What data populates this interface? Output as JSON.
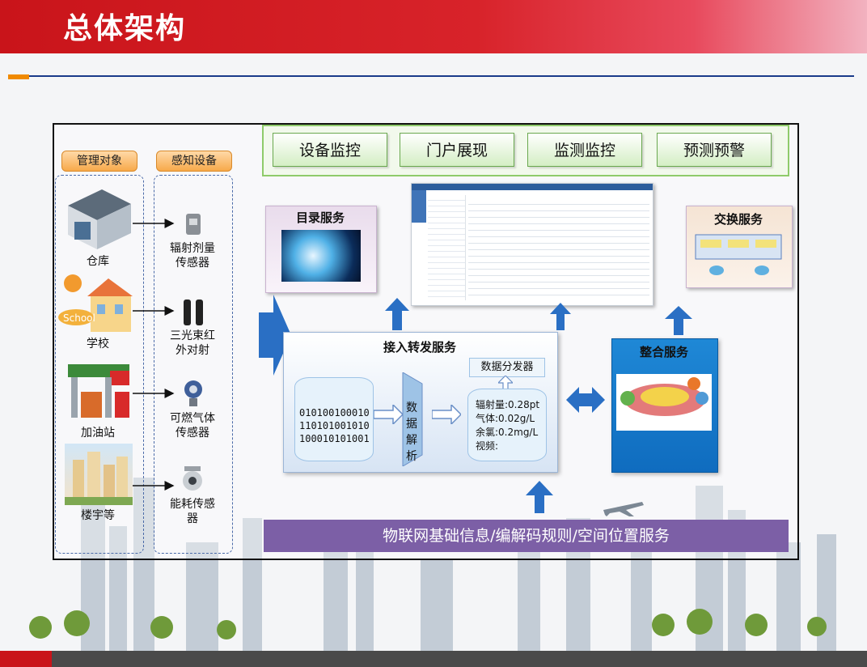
{
  "header": {
    "title": "总体架构"
  },
  "columns": {
    "managed": "管理对象",
    "sensing": "感知设备"
  },
  "objects": [
    "仓库",
    "学校",
    "加油站",
    "楼宇等"
  ],
  "devices": [
    "辐射剂量\n传感器",
    "三光束红\n外对射",
    "可燃气体\n传感器",
    "能耗传感\n器"
  ],
  "top_buttons": [
    "设备监控",
    "门户展现",
    "监测监控",
    "预测预警"
  ],
  "services": {
    "catalog": "目录服务",
    "exchange": "交换服务",
    "access": "接入转发服务",
    "integration": "整合服务"
  },
  "access": {
    "binary_lines": [
      "010100100010",
      "110101001010",
      "100010101001"
    ],
    "parse_label": "数\n据\n解\n析",
    "distributor": "数据分发器",
    "readings": [
      "辐射量:0.28pt",
      "气体:0.02g/L",
      "余氯:0.2mg/L",
      "视频:"
    ]
  },
  "bottom_bar": "物联网基础信息/编解码规则/空间位置服务",
  "colors": {
    "header_red": "#c9141a",
    "accent_orange": "#f08a00",
    "arrow_blue": "#2a6fc4",
    "bar_purple": "#7c5fa6"
  }
}
